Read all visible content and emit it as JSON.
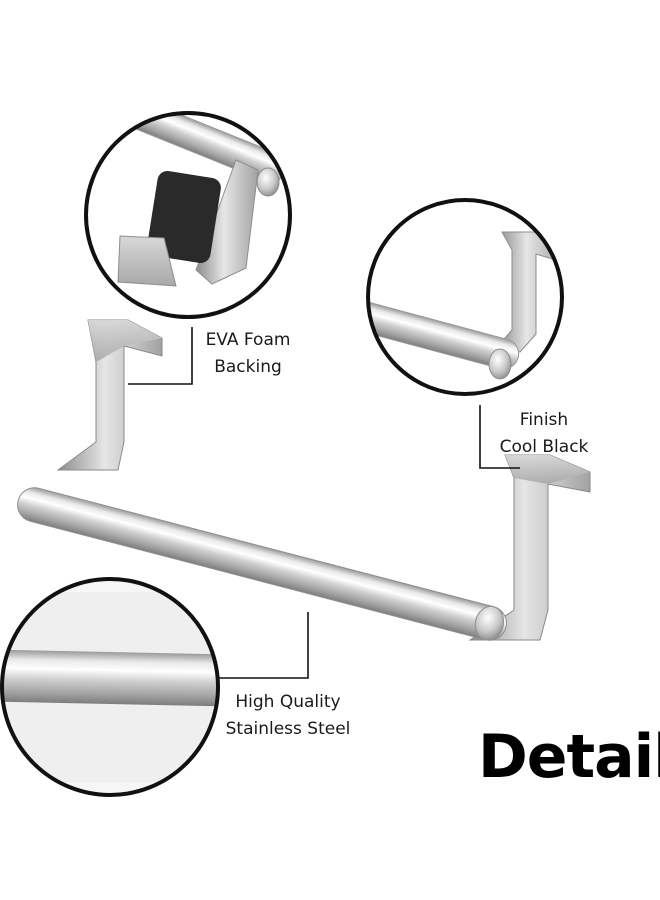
{
  "callouts": {
    "foam": {
      "line1": "EVA Foam",
      "line2": "Backing"
    },
    "finish": {
      "line1": "Finish",
      "line2": "Cool Black"
    },
    "steel": {
      "line1": "High Quality",
      "line2": "Stainless Steel"
    }
  },
  "title": "Detail",
  "colors": {
    "steel_light": "#f4f4f4",
    "steel_mid": "#c9c9c9",
    "steel_dark": "#8e8e8e",
    "foam": "#2a2a2a",
    "outline": "#111111"
  }
}
